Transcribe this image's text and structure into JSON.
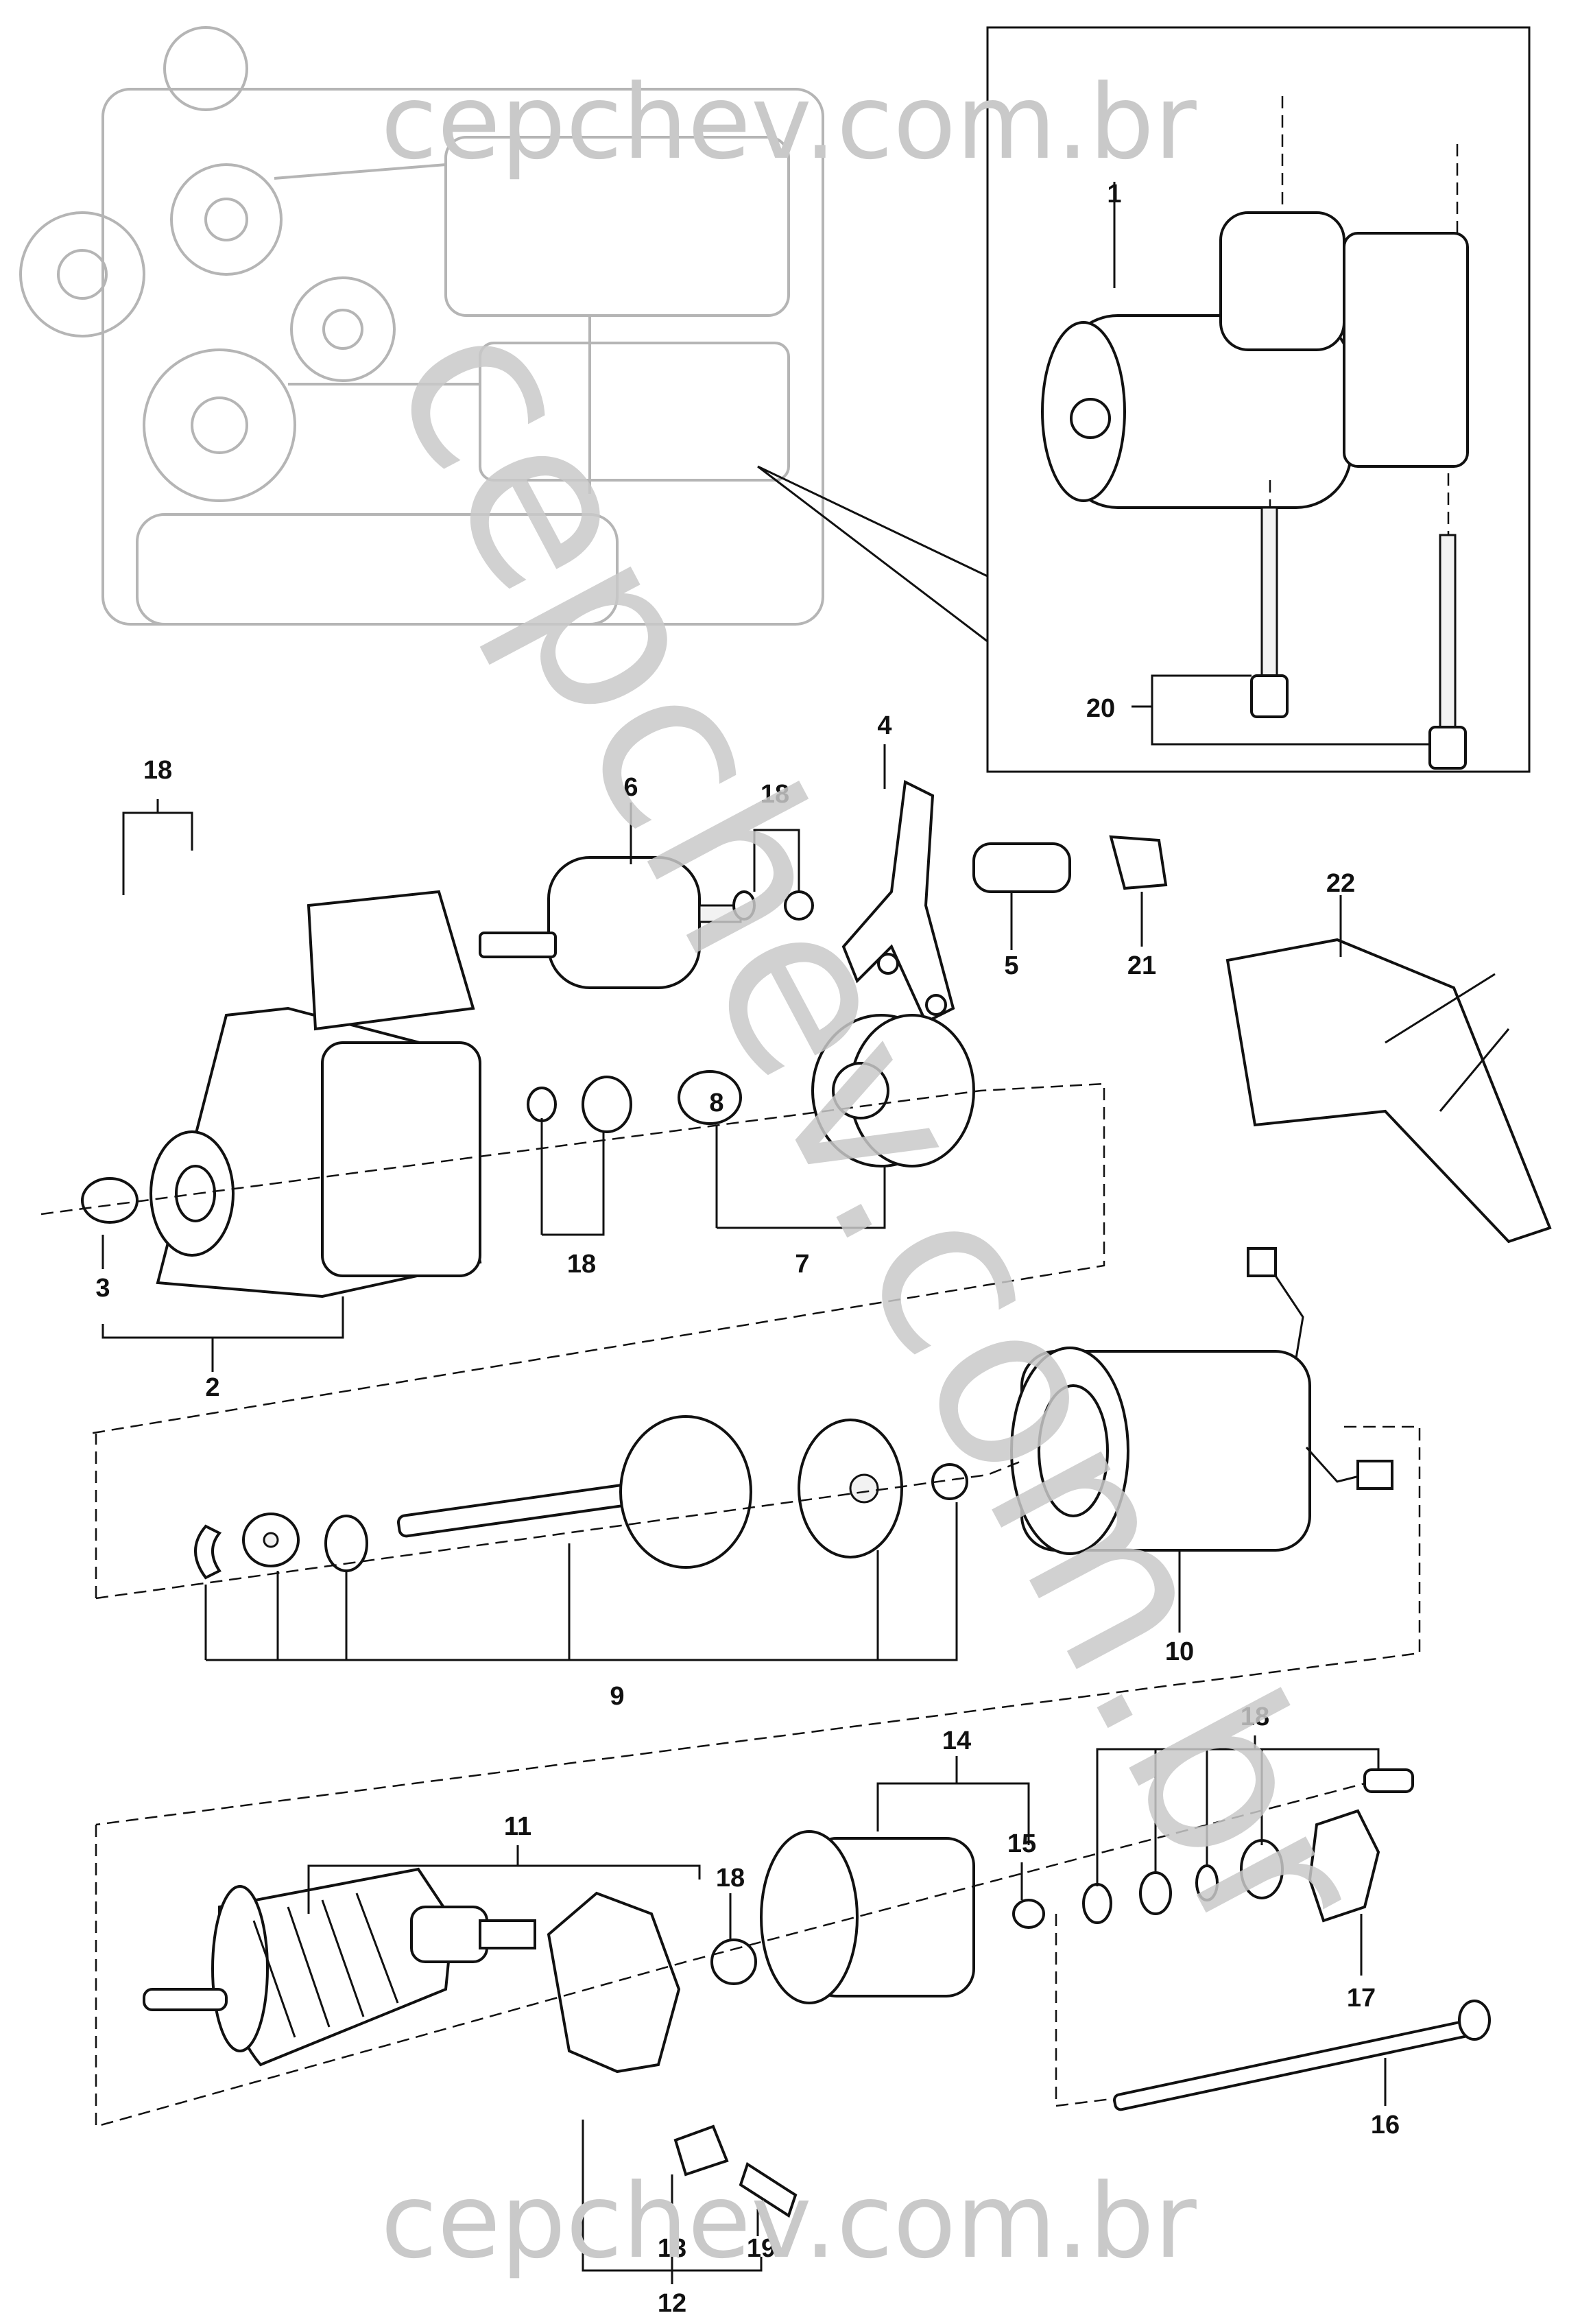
{
  "watermark": {
    "top": "cepchev.com.br",
    "bottom": "cepchev.com.br",
    "diagonal": "cepchev.com.br"
  },
  "callouts": {
    "c1": "1",
    "c2": "2",
    "c3": "3",
    "c4": "4",
    "c5": "5",
    "c6": "6",
    "c7": "7",
    "c8": "8",
    "c9": "9",
    "c10": "10",
    "c11": "11",
    "c12": "12",
    "c13": "13",
    "c14": "14",
    "c15": "15",
    "c16": "16",
    "c17": "17",
    "c18a": "18",
    "c18b": "18",
    "c18c": "18",
    "c18d": "18",
    "c18e": "18",
    "c19": "19",
    "c20": "20",
    "c21": "21",
    "c22": "22"
  }
}
